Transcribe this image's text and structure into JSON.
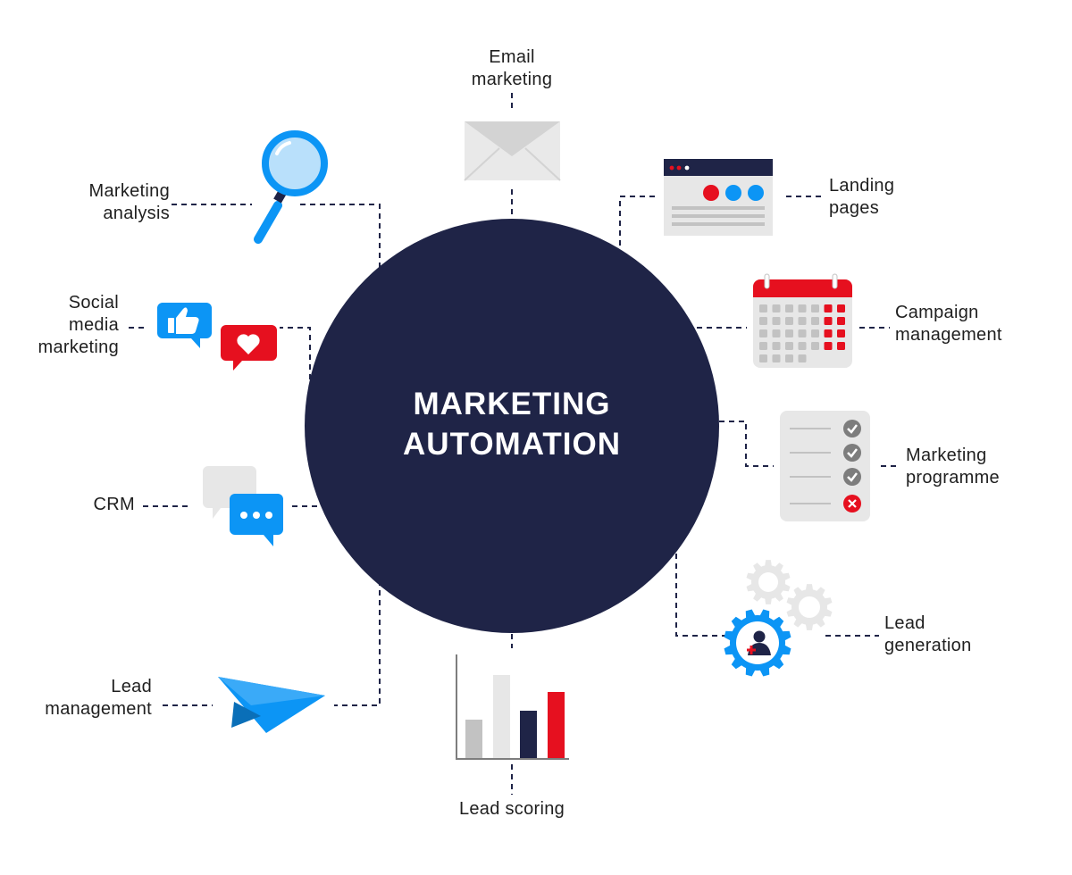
{
  "colors": {
    "navy": "#1f2447",
    "blue": "#0c95f5",
    "red": "#e6101f",
    "light_gray": "#e7e7e7",
    "mid_gray": "#c2c2c2",
    "dark_gray": "#7d7d7d",
    "line": "#1f2447"
  },
  "center": {
    "line1": "MARKETING",
    "line2": "AUTOMATION"
  },
  "nodes": {
    "email_marketing": {
      "line1": "Email",
      "line2": "marketing",
      "icon": "envelope-icon"
    },
    "landing_pages": {
      "line1": "Landing",
      "line2": "pages",
      "icon": "browser-window-icon"
    },
    "campaign_management": {
      "line1": "Campaign",
      "line2": "management",
      "icon": "calendar-icon"
    },
    "marketing_programme": {
      "line1": "Marketing",
      "line2": "programme",
      "icon": "checklist-icon"
    },
    "lead_generation": {
      "line1": "Lead",
      "line2": "generation",
      "icon": "gear-person-icon"
    },
    "lead_scoring": {
      "line1": "Lead scoring",
      "icon": "bar-chart-icon"
    },
    "lead_management": {
      "line1": "Lead",
      "line2": "management",
      "icon": "paper-plane-icon"
    },
    "crm": {
      "line1": "CRM",
      "icon": "chat-bubbles-icon"
    },
    "social_media_marketing": {
      "line1": "Social",
      "line2": "media",
      "line3": "marketing",
      "icon": "like-heart-bubbles-icon"
    },
    "marketing_analysis": {
      "line1": "Marketing",
      "line2": "analysis",
      "icon": "magnifier-icon"
    }
  }
}
